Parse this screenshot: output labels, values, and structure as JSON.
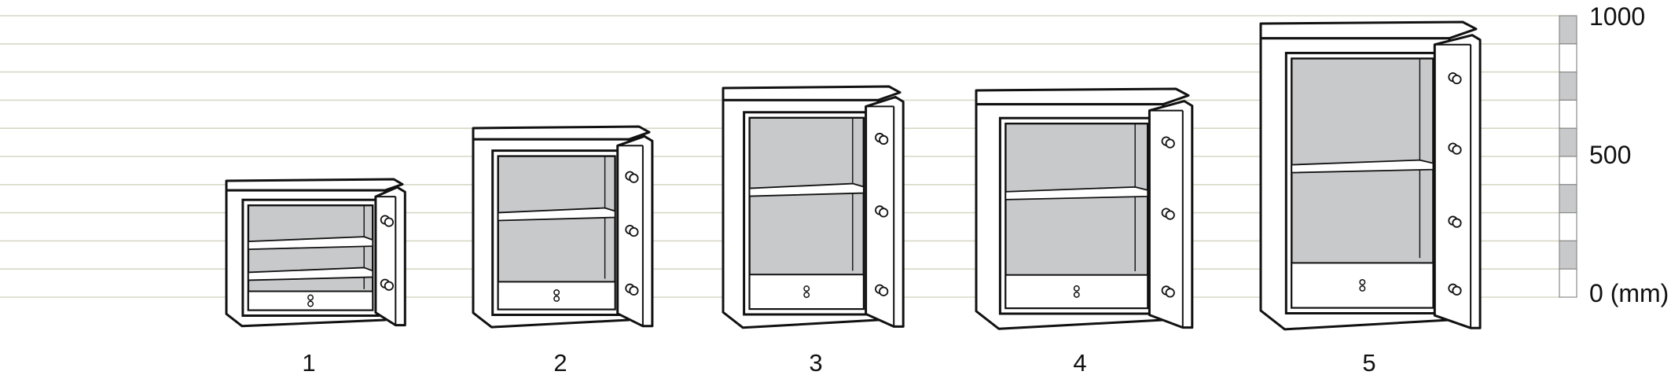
{
  "scale": {
    "top_label": "1000",
    "mid_label": "500",
    "bottom_label": "0 (mm)",
    "band_colors": {
      "shaded": "#c8c9cb",
      "plain": "#ffffff"
    }
  },
  "colors": {
    "grid_line": "#d7d8c6",
    "outline": "#111111",
    "interior": "#c8c9cb",
    "body": "#ffffff"
  },
  "safes": [
    {
      "label": "1"
    },
    {
      "label": "2"
    },
    {
      "label": "3"
    },
    {
      "label": "4"
    },
    {
      "label": "5"
    }
  ]
}
